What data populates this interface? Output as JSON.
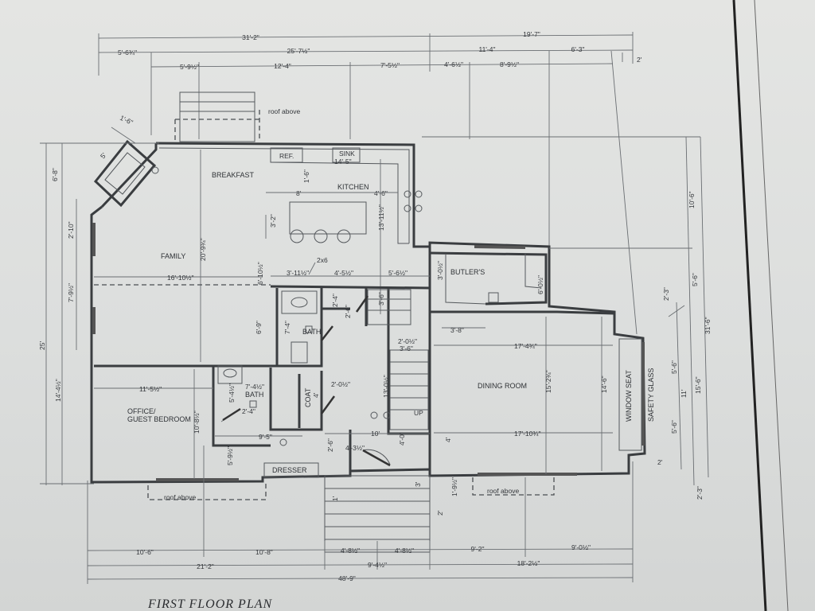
{
  "plan_title": "FIRST FLOOR PLAN",
  "rooms": {
    "breakfast": "BREAKFAST",
    "kitchen": "KITCHEN",
    "family": "FAMILY",
    "butlers": "BUTLER'S",
    "bath1": "BATH",
    "bath2": "BATH",
    "office_line1": "OFFICE/",
    "office_line2": "GUEST BEDROOM",
    "dining": "DINING ROOM",
    "coat": "COAT",
    "dresser": "DRESSER",
    "up": "UP",
    "ref": "REF.",
    "sink": "SINK",
    "window_seat": "WINDOW SEAT",
    "safety_glass": "SAFETY GLASS"
  },
  "notes": {
    "roof_above_top": "roof above",
    "roof_above_left": "roof above",
    "roof_above_right": "roof above",
    "stud": "2x6"
  },
  "dims": {
    "top_31_2": "31'-2\"",
    "top_19_7": "19'-7\"",
    "top_5_6": "5'-6¾\"",
    "top_25_7": "25'-7½\"",
    "top_11_4": "11'-4\"",
    "top_6_3": "6'-3\"",
    "top_2": "2'",
    "top_5_9": "5'-9½\"",
    "top_12_4": "12'-4\"",
    "top_7_5": "7'-5½\"",
    "top_4_6": "4'-6½\"",
    "top_8_9": "8'-9½\"",
    "fireplace_1_6": "1'-6\"",
    "fireplace_5": "5'",
    "kitchen_14_5": "14'-5\"",
    "kitchen_8": "8'",
    "kitchen_1_6": "1'-6\"",
    "kitchen_4_6": "4'-6\"",
    "kitchen_3_2": "3'-2\"",
    "kitchen_13_11": "13'-11½\"",
    "family_20_9": "20'-9¾\"",
    "family_16_10": "16'-10½\"",
    "family_6_10": "6'-10½\"",
    "hall_3_11": "3'-11½\"",
    "hall_4_5": "4'-5½\"",
    "hall_5_6": "5'-6½\"",
    "butler_3_0": "3'-0½\"",
    "butler_6_0": "6'-0½\"",
    "butler_3_8": "3'-8\"",
    "left_6_8": "6'-8\"",
    "left_2_10": "2'-10\"",
    "left_7_9": "7'-9½\"",
    "left_25": "25'",
    "left_14_4": "14'-4½\"",
    "right_10_6": "10'-6\"",
    "right_5_6": "5'-6\"",
    "right_31_6": "31'-6\"",
    "right_15_6": "15'-6\"",
    "right_2_3a": "2'-3\"",
    "right_2_3b": "2'-3\"",
    "right_11": "11'",
    "right_5_6a": "5'-6\"",
    "right_5_6b": "5'-6\"",
    "right_2": "2'",
    "bath_2_4": "2'-4\"",
    "bath_2_6": "2'-6\"",
    "bath_7_4": "7'-4\"",
    "bath_6_9": "6'-9\"",
    "stair_3_6": "3'-6\"",
    "stair_2_0": "2'-0½\"",
    "stair_3_6b": "3'-6\"",
    "dining_17_4": "17'-4¾\"",
    "dining_15_2": "15'-2¾\"",
    "dining_14_6": "14'-6\"",
    "dining_17_10": "17'-10¾\"",
    "office_11_5": "11'-5½\"",
    "office_10_8": "10'-8½\"",
    "office_9_5": "9'-5\"",
    "office_5_9": "5'-9½\"",
    "bath2_7_4": "7'-4½\"",
    "bath2_5_4": "5'-4½\"",
    "bath2_2_4": "2'-4\"",
    "coat_4": "4'",
    "hall_2_0": "2'-0½\"",
    "hall_13_0": "13'-0½\"",
    "hall_10": "10'",
    "hall_2_6": "2'-6\"",
    "hall_4_3": "4'-3½\"",
    "hall_4_0": "4'-0\"",
    "hall_4": "4'",
    "porch_1": "1'",
    "porch_3": "3'",
    "porch_1_9": "1'-9½\"",
    "porch_2": "2'",
    "bot_10_6": "10'-6\"",
    "bot_10_8": "10'-8\"",
    "bot_4_8a": "4'-8½\"",
    "bot_4_8b": "4'-8½\"",
    "bot_9_2": "9'-2\"",
    "bot_9_0": "9'-0½\"",
    "bot_21_2": "21'-2\"",
    "bot_9_4": "9'-4½\"",
    "bot_18_2": "18'-2½\"",
    "bot_48_9": "48'-9\""
  }
}
